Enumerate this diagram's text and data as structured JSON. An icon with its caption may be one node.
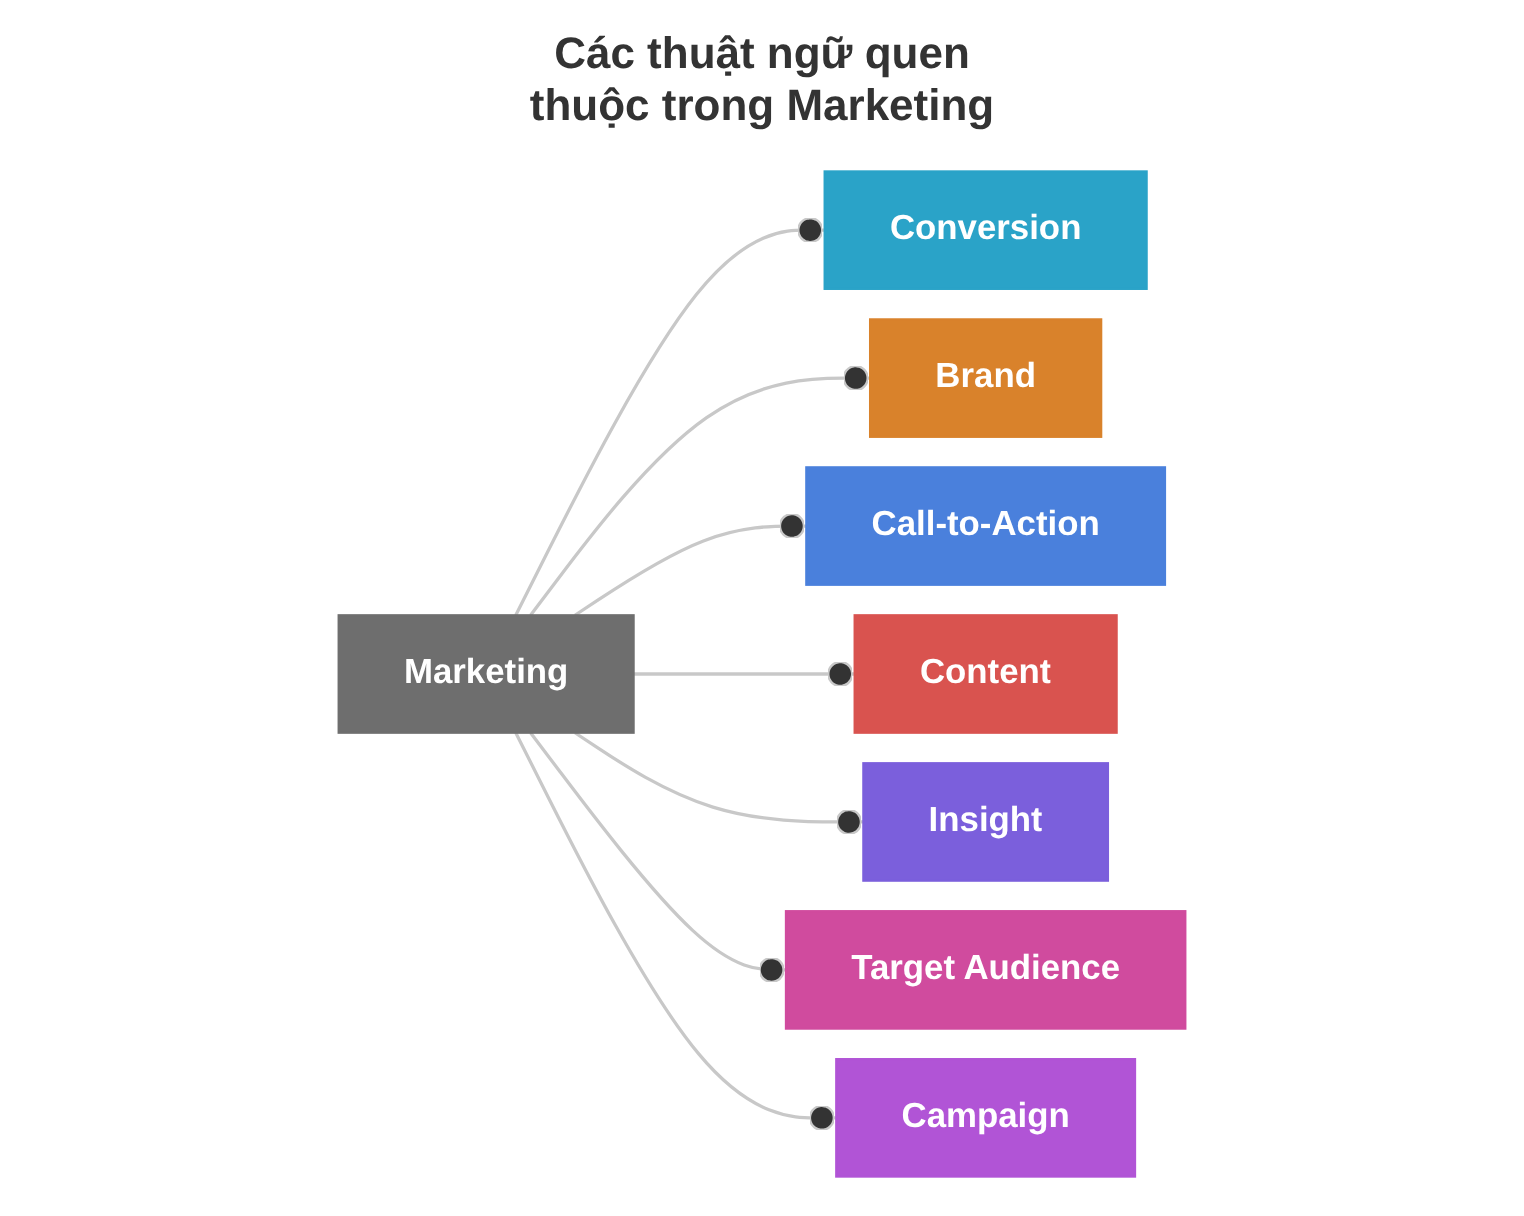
{
  "diagram": {
    "title": "Các thuật ngữ quen thuộc trong Marketing",
    "nodes": [
      {
        "text": [
          "Marketing"
        ]
      },
      {
        "text": [
          "Conversion"
        ]
      },
      {
        "text": [
          "Brand"
        ]
      },
      {
        "text": [
          "Call-to-Action"
        ]
      },
      {
        "text": [
          "Content"
        ]
      },
      {
        "text": [
          "Insight"
        ]
      },
      {
        "text": [
          "Target Audience"
        ]
      },
      {
        "text": [
          "Campaign"
        ]
      }
    ],
    "edges": [
      {
        "from": 0,
        "to": 1,
        "arrow": "other"
      },
      {
        "from": 0,
        "to": 2,
        "arrow": "other"
      },
      {
        "from": 0,
        "to": 3,
        "arrow": "other"
      },
      {
        "from": 0,
        "to": 4,
        "arrow": "other"
      },
      {
        "from": 0,
        "to": 5,
        "arrow": "other"
      },
      {
        "from": 0,
        "to": 6,
        "arrow": "other"
      },
      {
        "from": 0,
        "to": 7,
        "arrow": "other"
      }
    ]
  }
}
